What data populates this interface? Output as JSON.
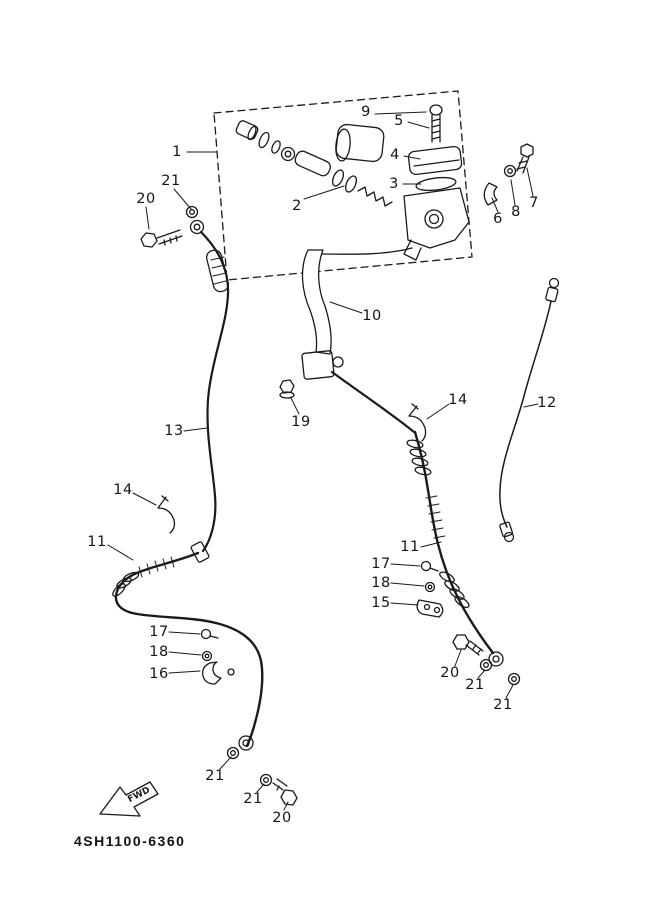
{
  "diagram": {
    "part_code": "4SH1100-6360",
    "fwd_label": "FWD",
    "line_color": "#1a1a1a",
    "background": "#ffffff",
    "callouts": [
      {
        "id": "c1",
        "label": "1"
      },
      {
        "id": "c2",
        "label": "2"
      },
      {
        "id": "c3",
        "label": "3"
      },
      {
        "id": "c4",
        "label": "4"
      },
      {
        "id": "c5",
        "label": "5"
      },
      {
        "id": "c6",
        "label": "6"
      },
      {
        "id": "c7",
        "label": "7"
      },
      {
        "id": "c8",
        "label": "8"
      },
      {
        "id": "c9",
        "label": "9"
      },
      {
        "id": "c10",
        "label": "10"
      },
      {
        "id": "c11-left",
        "label": "11"
      },
      {
        "id": "c11-right",
        "label": "11"
      },
      {
        "id": "c12",
        "label": "12"
      },
      {
        "id": "c13",
        "label": "13"
      },
      {
        "id": "c14-right",
        "label": "14"
      },
      {
        "id": "c14-left",
        "label": "14"
      },
      {
        "id": "c15",
        "label": "15"
      },
      {
        "id": "c16",
        "label": "16"
      },
      {
        "id": "c17-right",
        "label": "17"
      },
      {
        "id": "c17-left",
        "label": "17"
      },
      {
        "id": "c18-right",
        "label": "18"
      },
      {
        "id": "c18-left",
        "label": "18"
      },
      {
        "id": "c19",
        "label": "19"
      },
      {
        "id": "c20-top-left",
        "label": "20"
      },
      {
        "id": "c20-right",
        "label": "20"
      },
      {
        "id": "c20-bottom",
        "label": "20"
      },
      {
        "id": "c21-top-left",
        "label": "21"
      },
      {
        "id": "c21-right-1",
        "label": "21"
      },
      {
        "id": "c21-right-2",
        "label": "21"
      },
      {
        "id": "c21-bottom-1",
        "label": "21"
      },
      {
        "id": "c21-bottom-2",
        "label": "21"
      }
    ]
  }
}
